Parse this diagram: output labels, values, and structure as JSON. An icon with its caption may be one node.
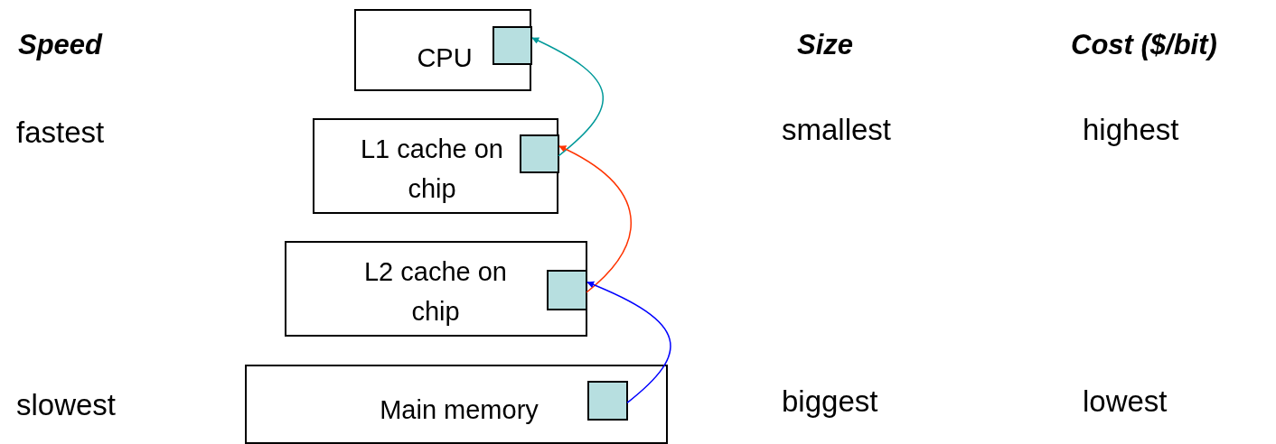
{
  "diagram": {
    "nodes": [
      {
        "text": [
          "CPU"
        ]
      },
      {
        "text": [],
        "shape": "box",
        "in": 0
      },
      {
        "text": [
          "L1 cache on chip"
        ]
      },
      {
        "text": [],
        "shape": "box",
        "in": 2
      },
      {
        "text": [
          "L2 cache on chip"
        ]
      },
      {
        "text": [],
        "shape": "box",
        "in": 4
      },
      {
        "text": [
          "Main memory"
        ]
      },
      {
        "text": [],
        "shape": "box",
        "in": 6
      }
    ],
    "edges": [
      {
        "from": 3,
        "to": 1,
        "arrow": "to",
        "color": "#009999"
      },
      {
        "from": 5,
        "to": 3,
        "arrow": "to",
        "color": "#ff3300"
      },
      {
        "from": 7,
        "to": 5,
        "arrow": "to",
        "color": "#0000ff"
      }
    ],
    "labels": [
      "Speed",
      "Size",
      "Cost ($/bit)",
      "fastest",
      "smallest",
      "highest",
      "slowest",
      "biggest",
      "lowest"
    ]
  }
}
